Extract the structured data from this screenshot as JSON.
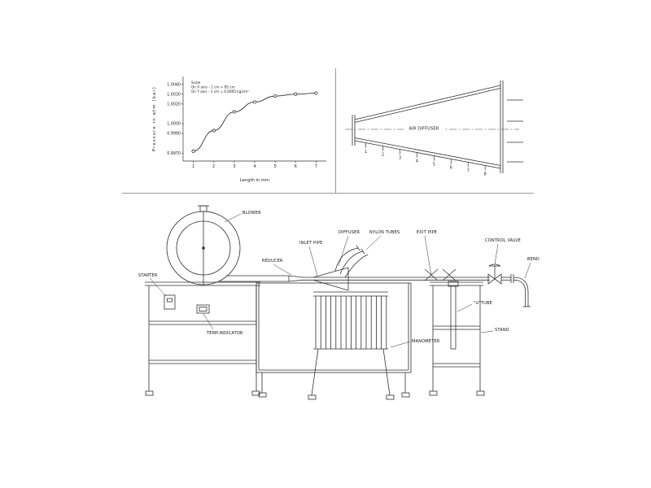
{
  "chart_data": {
    "type": "line",
    "title": "",
    "xlabel": "Length in mm",
    "ylabel": "Pressure in atm (bar)",
    "x": [
      1,
      2,
      3,
      4,
      5,
      6,
      7
    ],
    "y": [
      0.9972,
      0.9993,
      1.0012,
      1.0022,
      1.0028,
      1.003,
      1.0031
    ],
    "xticks": [
      "1",
      "2",
      "3",
      "4",
      "5",
      "6",
      "7"
    ],
    "yticks": [
      "1.0040",
      "1.0030",
      "1.0020",
      "1.0000",
      "0.9990",
      "0.9970"
    ],
    "xlim": [
      0.5,
      7.5
    ],
    "ylim": [
      0.9962,
      1.0048
    ],
    "grid": false,
    "marker": "circle-open",
    "legend_position": "none",
    "scale_note": [
      "Scale",
      "On X axis - 1 cm = 85 cm",
      "On Y axis - 1 cm = 0.0005 kg/cm²"
    ]
  },
  "diffuser_panel": {
    "label": "AIR DIFFUSER",
    "tap_numbers": [
      "1",
      "2",
      "3",
      "4",
      "5",
      "6",
      "7",
      "8"
    ]
  },
  "apparatus": {
    "labels": {
      "blower": "BLOWER",
      "starter": "STARTER",
      "temp_indicator": "TEMP.INDICATOR",
      "reducer": "REDUCER",
      "inlet_pipe": "INLET PIPE",
      "diffuser": "DIFFUSER",
      "nylon_tubes": "NYLON TUBES",
      "exit_pipe": "EXIT PIPE",
      "control_valve": "CONTROL VALVE",
      "bend": "BEND",
      "u_tube": "\"U\"TUBE",
      "stand": "STAND",
      "manometer": "MANOMETER"
    }
  },
  "colors": {
    "line": "#2f2f2f",
    "background": "#ffffff",
    "divider": "#9a9a9a"
  }
}
